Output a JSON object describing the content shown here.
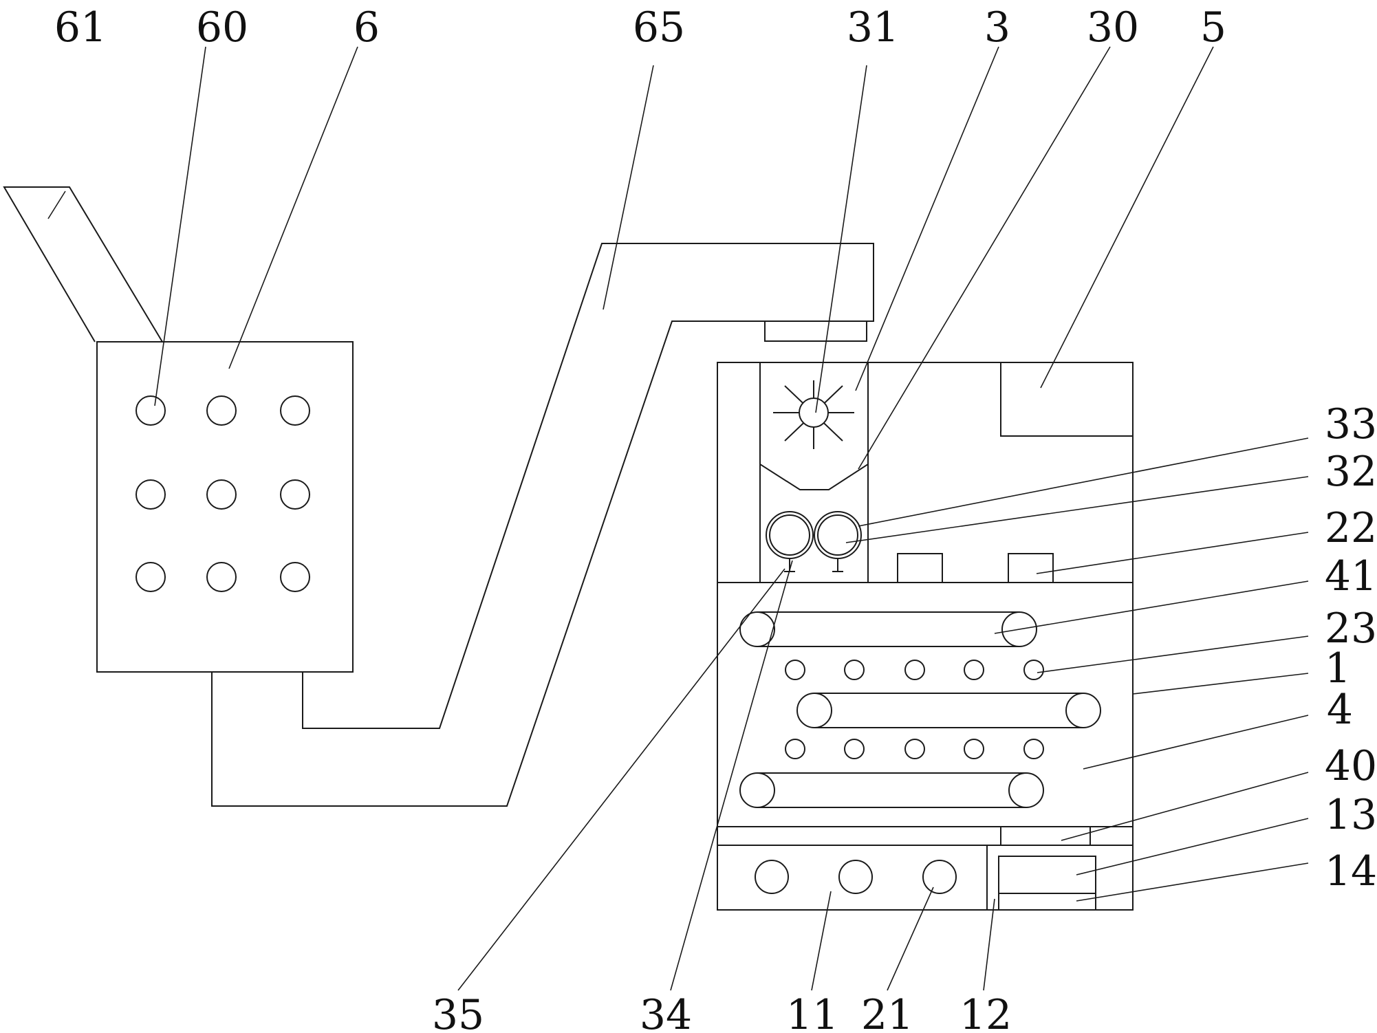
{
  "diagram": {
    "labels": {
      "l61": "61",
      "l60": "60",
      "l6": "6",
      "l65": "65",
      "l31": "31",
      "l3": "3",
      "l30": "30",
      "l5": "5",
      "l33": "33",
      "l32": "32",
      "l22": "22",
      "l41": "41",
      "l23": "23",
      "l1": "1",
      "l4": "4",
      "l40": "40",
      "l13": "13",
      "l14": "14",
      "l35": "35",
      "l34": "34",
      "l11": "11",
      "l21": "21",
      "l12": "12"
    }
  }
}
